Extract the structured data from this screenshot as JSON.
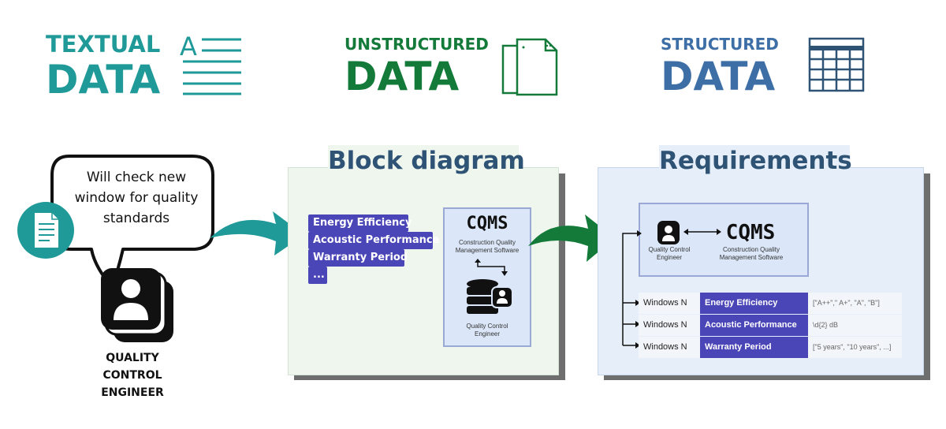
{
  "headings": {
    "textual": {
      "top": "TEXTUAL",
      "bottom": "DATA",
      "icon": "text-lines-icon"
    },
    "unstructured": {
      "top": "UNSTRUCTURED",
      "bottom": "DATA",
      "icon": "stacked-documents-icon"
    },
    "structured": {
      "top": "STRUCTURED",
      "bottom": "DATA",
      "icon": "table-grid-icon"
    }
  },
  "colors": {
    "teal": "#1f9a98",
    "green": "#137a3a",
    "blue": "#3d6fa6",
    "purple": "#4b46b8"
  },
  "engineer": {
    "speech": [
      "Will check new",
      "window for quality",
      "standards"
    ],
    "role": [
      "QUALITY",
      "CONTROL",
      "ENGINEER"
    ],
    "icon": "user-avatar-icon",
    "doc_icon": "document-icon"
  },
  "block_diagram": {
    "title": "Block diagram",
    "tags": [
      "Energy Efficiency",
      "Acoustic Performance",
      "Warranty Period",
      "..."
    ],
    "cqms": {
      "name": "CQMS",
      "subtitle": [
        "Construction Quality",
        "Management Software"
      ]
    },
    "user_label": [
      "Quality Control",
      "Engineer"
    ]
  },
  "requirements": {
    "title": "Requirements",
    "user_label": [
      "Quality Control",
      "Engineer"
    ],
    "cqms": {
      "name": "CQMS",
      "subtitle": [
        "Construction Quality",
        "Management Software"
      ]
    },
    "rows": [
      {
        "window": "Windows N",
        "requirement": "Energy Efficiency",
        "values": "[\"A++\",\" A+\", \"A\", \"B\"]"
      },
      {
        "window": "Windows N",
        "requirement": "Acoustic Performance",
        "values": "\\d{2} dB"
      },
      {
        "window": "Windows N",
        "requirement": "Warranty Period",
        "values": "[\"5 years\", \"10 years\", ...]"
      }
    ]
  }
}
